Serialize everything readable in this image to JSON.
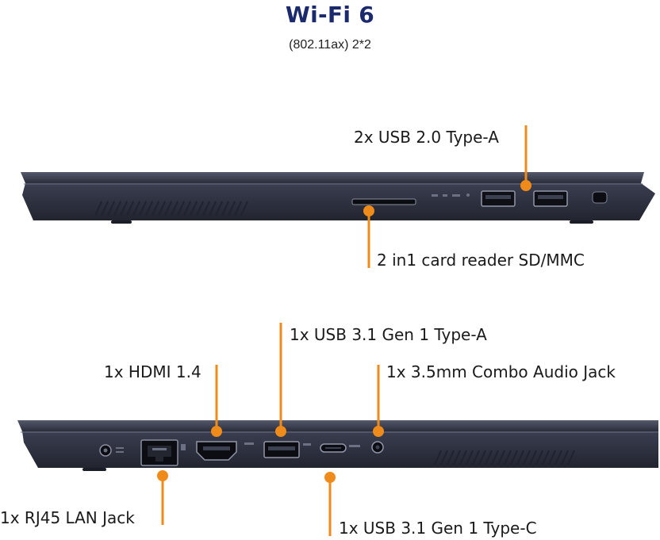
{
  "header": {
    "title": "Wi-Fi 6",
    "subtitle": "(802.11ax) 2*2"
  },
  "colors": {
    "title": "#1a2a6c",
    "callout": "#ef8b1a",
    "chassis": "#2e3243"
  },
  "right_side": {
    "callouts": [
      {
        "label": "2x USB 2.0 Type-A"
      },
      {
        "label": "2 in1 card reader SD/MMC"
      }
    ]
  },
  "left_side": {
    "callouts": [
      {
        "label": "1x USB 3.1 Gen 1  Type-A"
      },
      {
        "label": "1x HDMI 1.4"
      },
      {
        "label": "1x 3.5mm Combo Audio Jack"
      },
      {
        "label": "1x RJ45 LAN Jack"
      },
      {
        "label": "1x USB 3.1 Gen 1 Type-C"
      }
    ]
  }
}
